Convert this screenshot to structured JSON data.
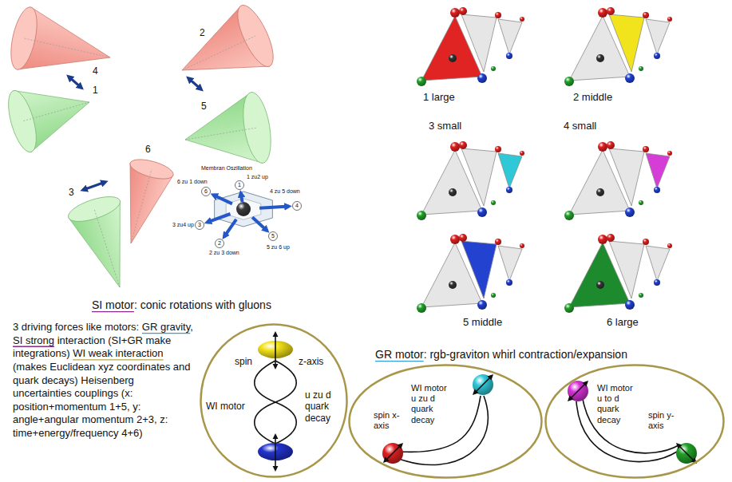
{
  "diagram": {
    "nodes": [
      {
        "text": [
          "spin",
          "z-axis",
          "WI motor",
          "u zu d quark decay"
        ]
      },
      {
        "text": [
          "WI motor u zu d quark decay",
          "spin x-axis"
        ]
      },
      {
        "text": [
          "WI motor u to d quark decay",
          "spin y-axis"
        ]
      }
    ],
    "labels": [
      "4",
      "1",
      "2",
      "5",
      "6",
      "3",
      "Membran Oszillation",
      "1 zu2 up",
      "4 zu 5 down",
      "6 zu 1 down",
      "3 zu4 up",
      "2 zu 3 down",
      "5 zu 6 up",
      "6",
      "1",
      "4",
      "3",
      "2",
      "5",
      "SI motor: conic rotations with gluons",
      "1 large",
      "2 middle",
      "3 small",
      "4 small",
      "5 middle",
      "6 large",
      "GR motor: rgb-graviton whirl contraction/expansion",
      "3 driving forces like motors: GR gravity, SI strong interaction (SI+GR make integrations) WI weak interaction (makes Euclidean xyz coordinates and quark decays) Heisenberg uncertainties couplings (x: position+momentum 1+5, y: angle+angular momentum 2+3, z: time+energy/frequency 4+6)"
    ]
  }
}
